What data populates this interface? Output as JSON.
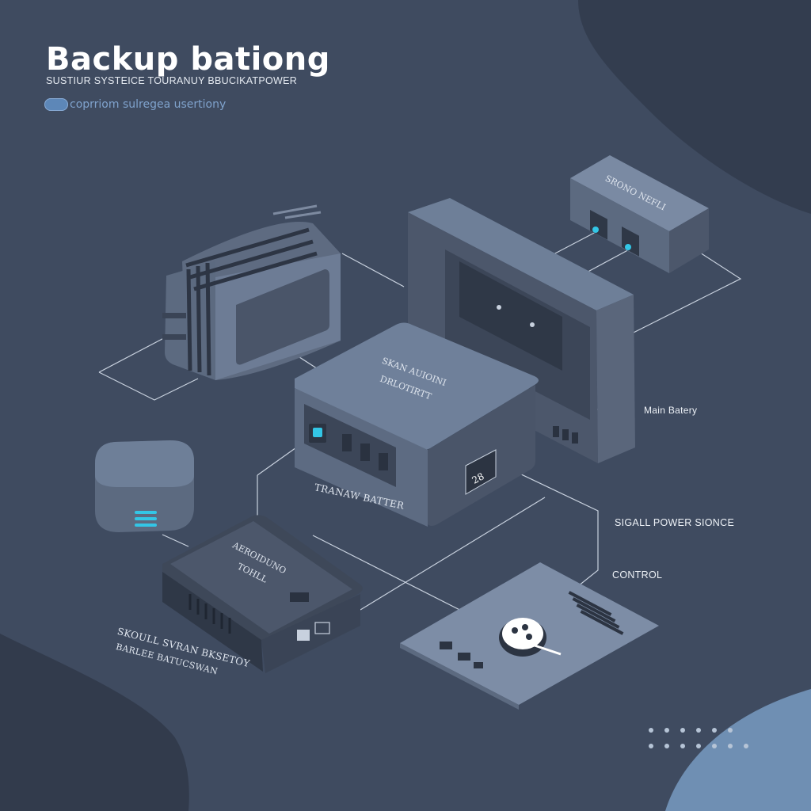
{
  "header": {
    "title": "Backup bationg",
    "subtitle": "SUSTIUR SYSTEICE TOURANUY BBUCIKATPOWER",
    "pill_label": "coprriom sulregea usertiony"
  },
  "labels": {
    "main_battery": "Main Batery",
    "tranaw_batter": "TRANAW BATTER",
    "signal_power": "SIGALL POWER SIONCE",
    "control": "CONTROL",
    "skoull_line1": "SKOULL SVRAN BKSETOY",
    "skoull_line2": "BARLEE BATUCSWAN"
  },
  "devices": {
    "center_line1": "SKAN AUIOINI",
    "center_line2": "DRLOTIRTT",
    "display_readout": "28",
    "top_right_module": "SRONO NEFLI",
    "lower_box_line1": "AEROIDUNO",
    "lower_box_line2": "TOHLL"
  },
  "colors": {
    "background": "#3f4b60",
    "panel_light": "#6e7f98",
    "panel_dark": "#4a5569",
    "accent_cyan": "#33c6e6",
    "line": "#c8d1de"
  },
  "icons": {
    "center_port": "port-led-icon",
    "panel_button": "circle-dots-icon",
    "small_cube_led": "stack-led-icon"
  }
}
